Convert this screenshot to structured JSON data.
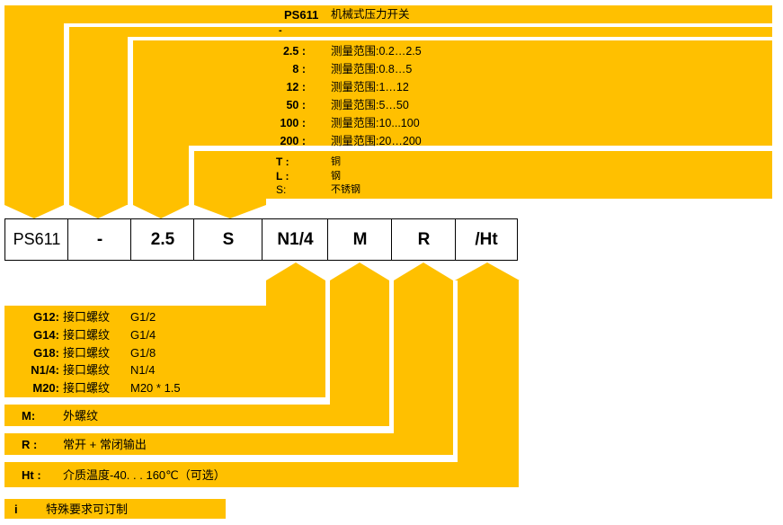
{
  "colors": {
    "fill": "#ffc000",
    "outline": "#000000",
    "cell_bg": "#ffffff"
  },
  "header": {
    "model": "PS611",
    "title_cn": "机械式压力开关"
  },
  "separator": "-",
  "ranges": [
    {
      "code": "2.5 :",
      "desc": "测量范围:0.2…2.5"
    },
    {
      "code": "8 :",
      "desc": "测量范围:0.8…5"
    },
    {
      "code": "12 :",
      "desc": "测量范围:1…12"
    },
    {
      "code": "50 :",
      "desc": "测量范围:5…50"
    },
    {
      "code": "100 :",
      "desc": "测量范围:10...100"
    },
    {
      "code": "200 :",
      "desc": "测量范围:20…200"
    }
  ],
  "materials": [
    {
      "code": "T :",
      "desc": "铜"
    },
    {
      "code": "L :",
      "desc": "钢"
    },
    {
      "code": "S:",
      "desc": "不锈钢"
    }
  ],
  "code_row": [
    "PS611",
    "-",
    "2.5",
    "S",
    "N1/4",
    "M",
    "R",
    "/Ht"
  ],
  "connections": [
    {
      "code": "G12:",
      "desc": "接口螺纹",
      "thread": "G1/2"
    },
    {
      "code": "G14:",
      "desc": "接口螺纹",
      "thread": "G1/4"
    },
    {
      "code": "G18:",
      "desc": "接口螺纹",
      "thread": "G1/8"
    },
    {
      "code": "N1/4:",
      "desc": "接口螺纹",
      "thread": "N1/4"
    },
    {
      "code": "M20:",
      "desc": "接口螺纹",
      "thread": "M20 * 1.5"
    }
  ],
  "options": [
    {
      "code": "M:",
      "desc": "外螺纹"
    },
    {
      "code": "R :",
      "desc": "常开 + 常闭输出"
    },
    {
      "code": "Ht :",
      "desc": "介质温度-40. . . 160℃（可选）"
    },
    {
      "code": "i",
      "desc": "特殊要求可订制"
    }
  ]
}
